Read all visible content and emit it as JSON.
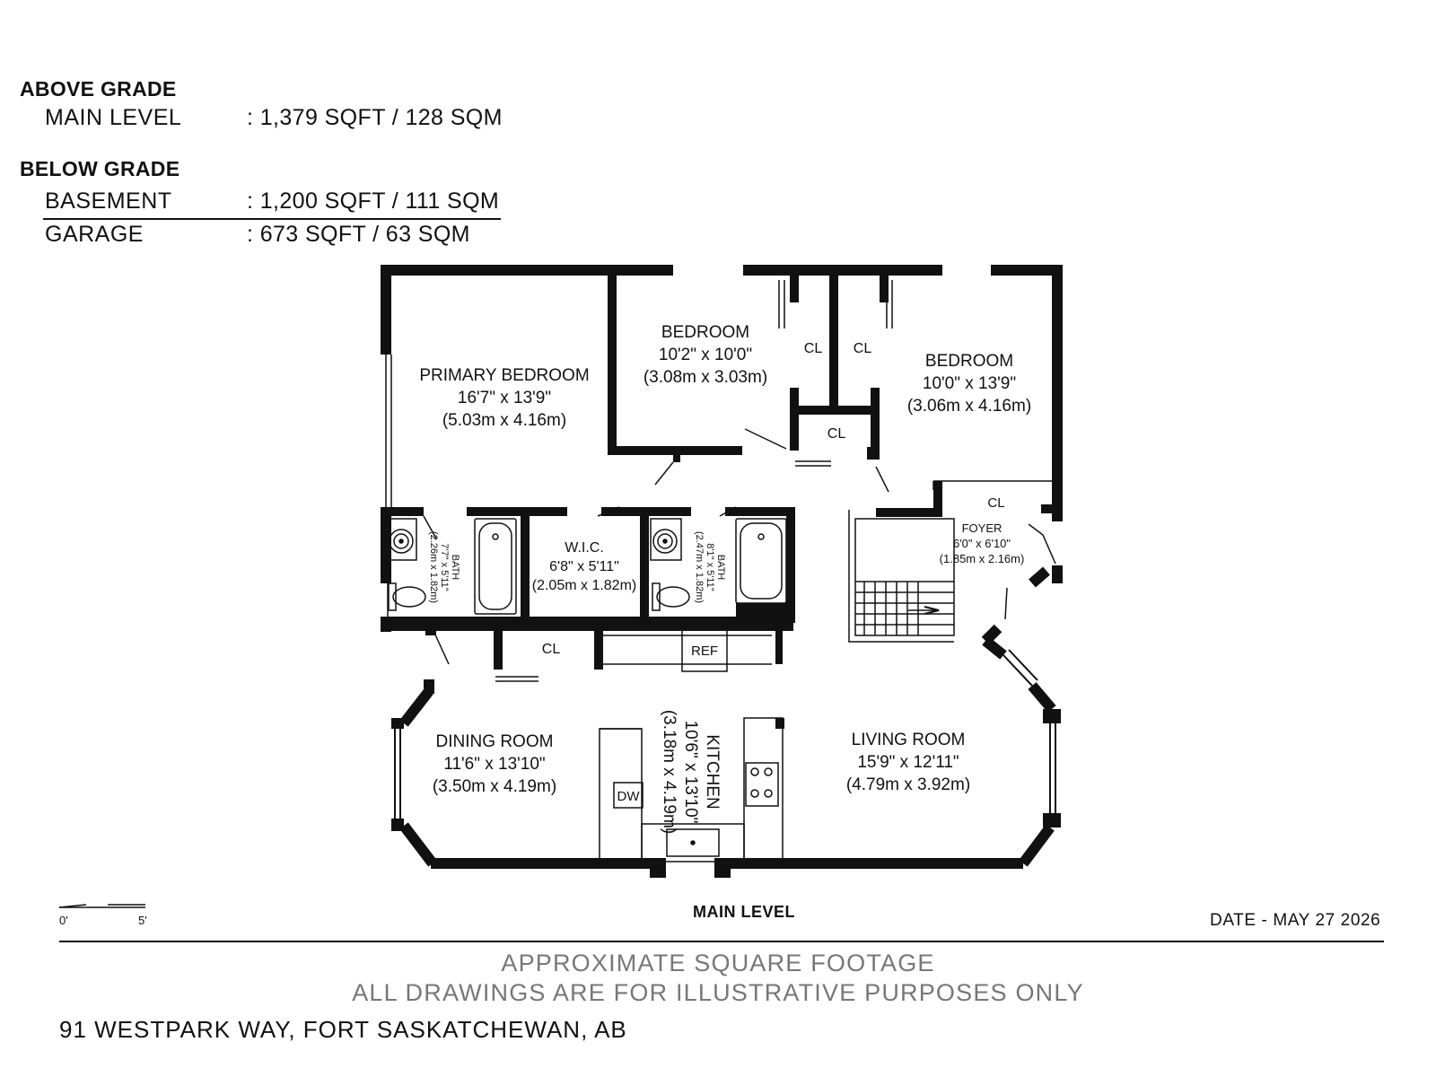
{
  "summary": {
    "above_grade": {
      "heading": "ABOVE GRADE",
      "rows": [
        {
          "label": "MAIN LEVEL",
          "value": ": 1,379 SQFT / 128 SQM"
        }
      ]
    },
    "below_grade": {
      "heading": "BELOW GRADE",
      "rows": [
        {
          "label": "BASEMENT",
          "value": ": 1,200 SQFT / 111 SQM"
        },
        {
          "label": "GARAGE",
          "value": ": 673 SQFT / 63 SQM"
        }
      ]
    }
  },
  "rooms": {
    "primary_bedroom": {
      "name": "PRIMARY BEDROOM",
      "imperial": "16'7\" x 13'9\"",
      "metric": "(5.03m x 4.16m)"
    },
    "bedroom_2": {
      "name": "BEDROOM",
      "imperial": "10'2\" x 10'0\"",
      "metric": "(3.08m x 3.03m)"
    },
    "bedroom_3": {
      "name": "BEDROOM",
      "imperial": "10'0\" x 13'9\"",
      "metric": "(3.06m x 4.16m)"
    },
    "wic": {
      "name": "W.I.C.",
      "imperial": "6'8\" x 5'11\"",
      "metric": "(2.05m x 1.82m)"
    },
    "bath_1": {
      "name": "BATH",
      "imperial": "7'7\" x 5'11\"",
      "metric": "(2.26m x 1.82m)"
    },
    "bath_2": {
      "name": "BATH",
      "imperial": "8'1\" x 5'11\"",
      "metric": "(2.47m x 1.82m)"
    },
    "foyer": {
      "name": "FOYER",
      "imperial": "6'0\" x 6'10\"",
      "metric": "(1.85m x 2.16m)"
    },
    "kitchen": {
      "name": "KITCHEN",
      "imperial": "10'6\" x 13'10\"",
      "metric": "(3.18m x 4.19m)"
    },
    "dining_room": {
      "name": "DINING ROOM",
      "imperial": "11'6\" x 13'10\"",
      "metric": "(3.50m x 4.19m)"
    },
    "living_room": {
      "name": "LIVING ROOM",
      "imperial": "15'9\" x 12'11\"",
      "metric": "(4.79m x 3.92m)"
    }
  },
  "fixtures": {
    "closet": "CL",
    "refrigerator": "REF",
    "dishwasher": "DW"
  },
  "scale": {
    "start": "0'",
    "end": "5'"
  },
  "level_label": "MAIN LEVEL",
  "date": "DATE - MAY 27 2026",
  "disclaimer": {
    "line1": "APPROXIMATE SQUARE FOOTAGE",
    "line2": "ALL DRAWINGS ARE FOR ILLUSTRATIVE PURPOSES ONLY"
  },
  "address": "91 WESTPARK WAY, FORT SASKATCHEWAN, AB"
}
